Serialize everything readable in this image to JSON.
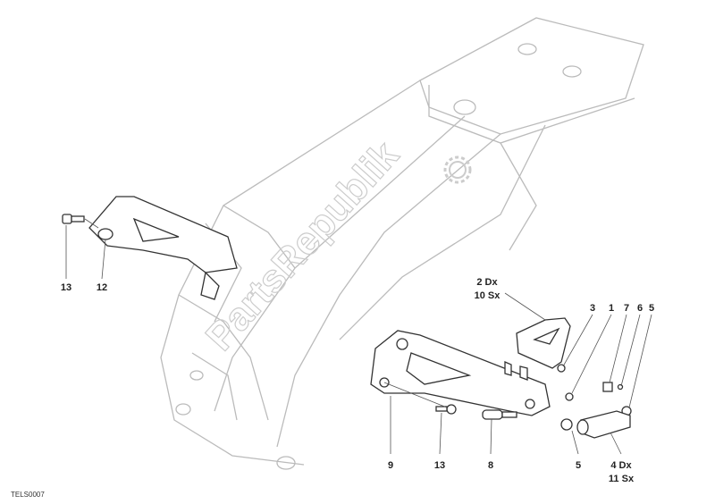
{
  "diagram": {
    "drawing_code": "TELS0007",
    "watermark": "PartsRepublik",
    "callouts": [
      {
        "id": "13-left",
        "text": "13"
      },
      {
        "id": "12",
        "text": "12"
      },
      {
        "id": "2-10",
        "line1": "2 Dx",
        "line2": "10 Sx"
      },
      {
        "id": "3",
        "text": "3"
      },
      {
        "id": "1",
        "text": "1"
      },
      {
        "id": "7",
        "text": "7"
      },
      {
        "id": "6",
        "text": "6"
      },
      {
        "id": "5-top",
        "text": "5"
      },
      {
        "id": "9",
        "text": "9"
      },
      {
        "id": "13-bottom",
        "text": "13"
      },
      {
        "id": "8",
        "text": "8"
      },
      {
        "id": "5-bottom",
        "text": "5"
      },
      {
        "id": "4-11",
        "line1": "4 Dx",
        "line2": "11 Sx"
      }
    ]
  }
}
